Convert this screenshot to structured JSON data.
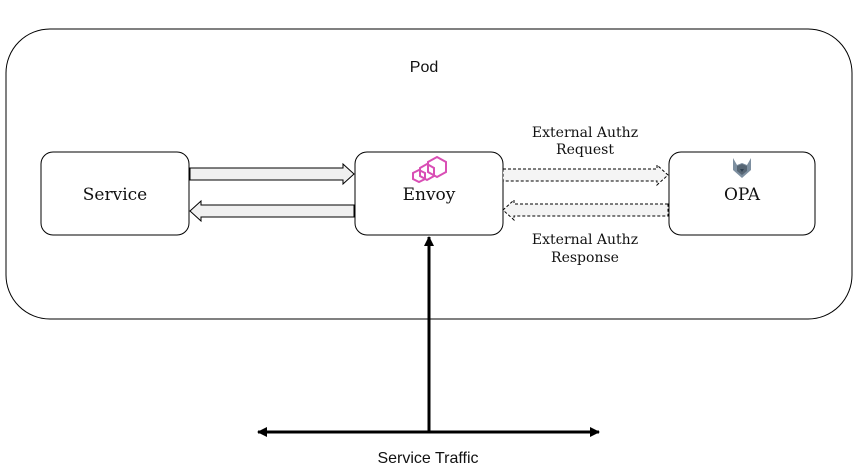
{
  "pod": {
    "label": "Pod"
  },
  "nodes": {
    "service": {
      "label": "Service"
    },
    "envoy": {
      "label": "Envoy",
      "icon": "envoy-logo-icon",
      "icon_color": "#d94fb5"
    },
    "opa": {
      "label": "OPA",
      "icon": "opa-logo-icon",
      "icon_color": "#7d8fa0"
    }
  },
  "edges": {
    "authz_request": {
      "label_line1": "External Authz",
      "label_line2": "Request"
    },
    "authz_response": {
      "label_line1": "External Authz",
      "label_line2": "Response"
    }
  },
  "traffic": {
    "label": "Service Traffic"
  }
}
